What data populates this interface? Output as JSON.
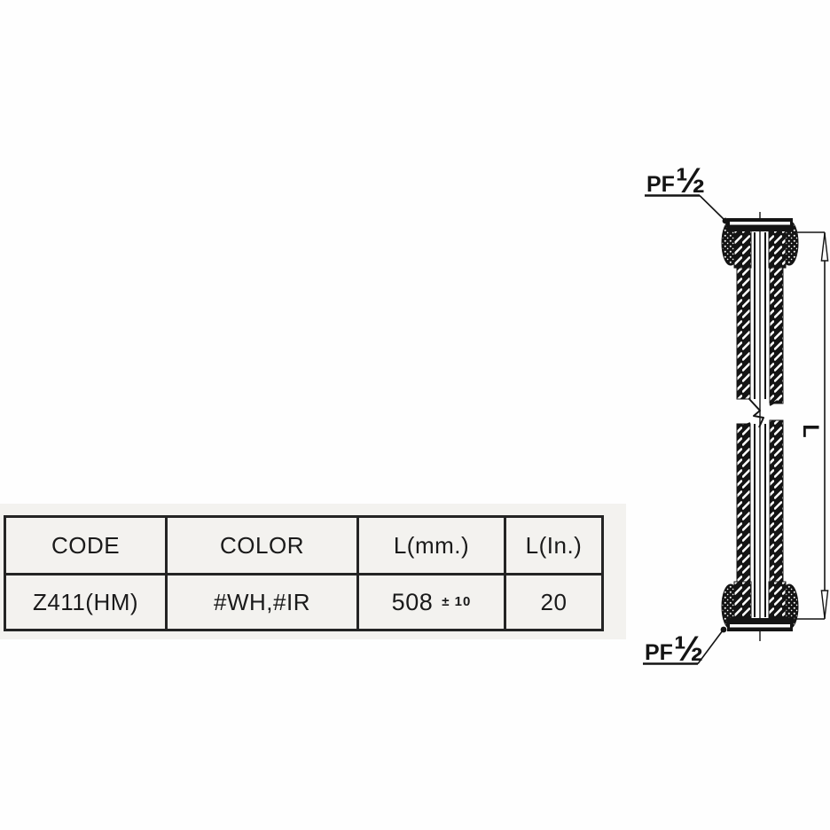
{
  "table": {
    "headers": [
      "CODE",
      "COLOR",
      "L(mm.)",
      "L(In.)"
    ],
    "row": {
      "code": "Z411(HM)",
      "color": "#WH,#IR",
      "length_mm": "508",
      "tolerance": "± 10",
      "length_in": "20"
    }
  },
  "drawing": {
    "top_port_label": "PF",
    "top_port_fraction": "½",
    "bottom_port_label": "PF",
    "bottom_port_fraction": "½",
    "dimension_label": "L"
  },
  "colors": {
    "line": "#141414",
    "table_border": "#242424",
    "panel_bg": "#f3f2ef",
    "page_bg": "#fefefe"
  }
}
